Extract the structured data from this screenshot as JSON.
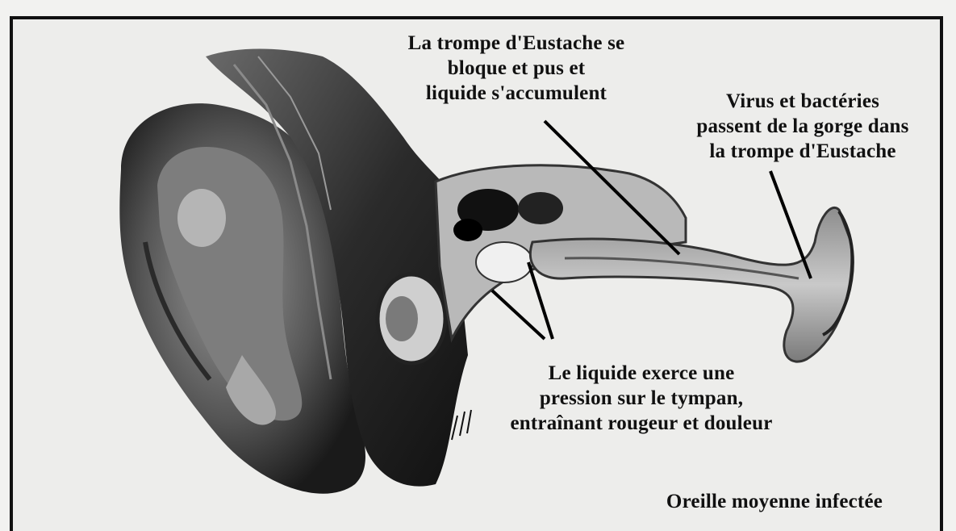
{
  "labels": {
    "eustache_block": "La trompe d'Eustache se\nbloque et pus et\nliquide s'accumulent",
    "virus": "Virus et bactéries\npassent de la gorge dans\nla trompe d'Eustache",
    "liquid_pressure": "Le liquide exerce une\npression sur le tympan,\nentraînant rougeur et douleur",
    "caption": "Oreille moyenne infectée"
  }
}
